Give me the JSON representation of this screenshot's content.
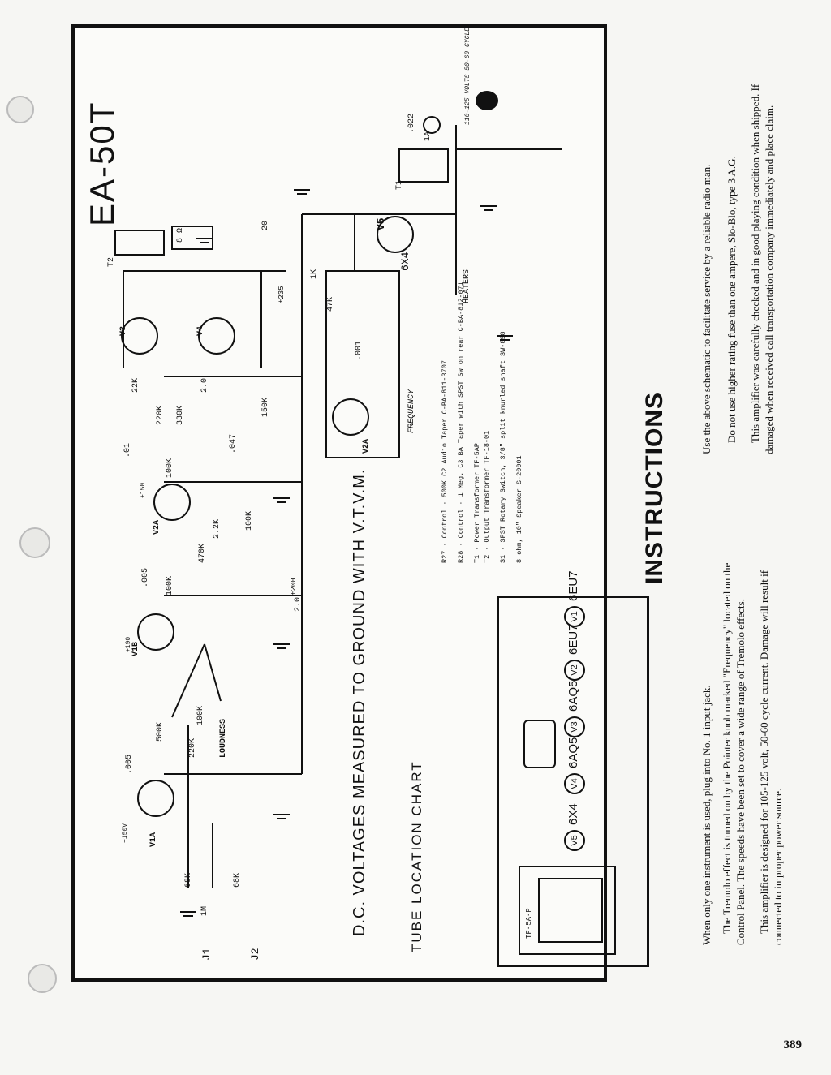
{
  "schematic": {
    "title": "EA-50T",
    "voltage_note": "D.C. VOLTAGES MEASURED TO GROUND WITH V.T.V.M.",
    "jacks": [
      "J1",
      "J2"
    ],
    "tube_labels": [
      "V1A",
      "V1B",
      "V2A",
      "V2A",
      "V3",
      "V4",
      "V5"
    ],
    "part_labels": [
      "68K",
      "68K",
      "1M",
      ".005",
      "500K",
      ".005",
      "100K",
      "470K",
      ".01",
      "100K",
      "22K",
      "220K",
      "330K",
      "2.0",
      "150K",
      "1K",
      "20",
      "2.0",
      "6X4",
      "8 Ω",
      "1A",
      ".022",
      "47K",
      "2.2K",
      "220K",
      "100K",
      "100K",
      ".047",
      ".001"
    ],
    "control_labels": [
      "LOUDNESS",
      "FREQUENCY",
      "HEATERS"
    ],
    "power_label": "110-125 VOLTS 50-60 CYCLES",
    "voltage_marks": [
      "+150V",
      "+200",
      "+235",
      "+150",
      "+190"
    ],
    "transformers": [
      "T1",
      "T2"
    ]
  },
  "legend": [
    "R27 · Control · 500K C2 Audio Taper C-BA-811-3707",
    "R28 · Control · 1 Meg. C3 BA Taper with SPST Sw on rear C-BA-812-071",
    "T1 · Power Transformer TF-5AP",
    "T2 · Output Transformer TF-18-01",
    "S1 · SPST Rotary Switch, 3/8\" split knurled shaft SW-898",
    "8 ohm, 10\" Speaker S-20001"
  ],
  "tube_chart": {
    "title": "TUBE LOCATION CHART",
    "transformer_label": "TF-5A-P",
    "tubes": [
      {
        "id": "V5",
        "type": "6X4"
      },
      {
        "id": "V4",
        "type": "6AQ5"
      },
      {
        "id": "V3",
        "type": "6AQ5"
      },
      {
        "id": "V2",
        "type": "6EU7"
      },
      {
        "id": "V1",
        "type": "6EU7"
      }
    ]
  },
  "instructions": {
    "heading": "INSTRUCTIONS",
    "left_paragraphs": [
      "When only one instrument is used, plug into No. 1 input jack.",
      "The Tremolo effect is turned on by the Pointer knob marked \"Frequency\" located on the Control Panel. The speeds have been set to cover a wide range of Tremolo effects.",
      "This amplifier is designed for 105-125 volt, 50-60 cycle current. Damage will result if connected to improper power source."
    ],
    "right_paragraphs": [
      "Use the above schematic to facilitate service by a reliable radio man.",
      "Do not use higher rating fuse than one ampere, Slo-Blo, type 3 A.G.",
      "This amplifier was carefully checked and in good playing condition when shipped. If damaged when received call transportation company immediately and place claim."
    ]
  },
  "page_number": "389"
}
